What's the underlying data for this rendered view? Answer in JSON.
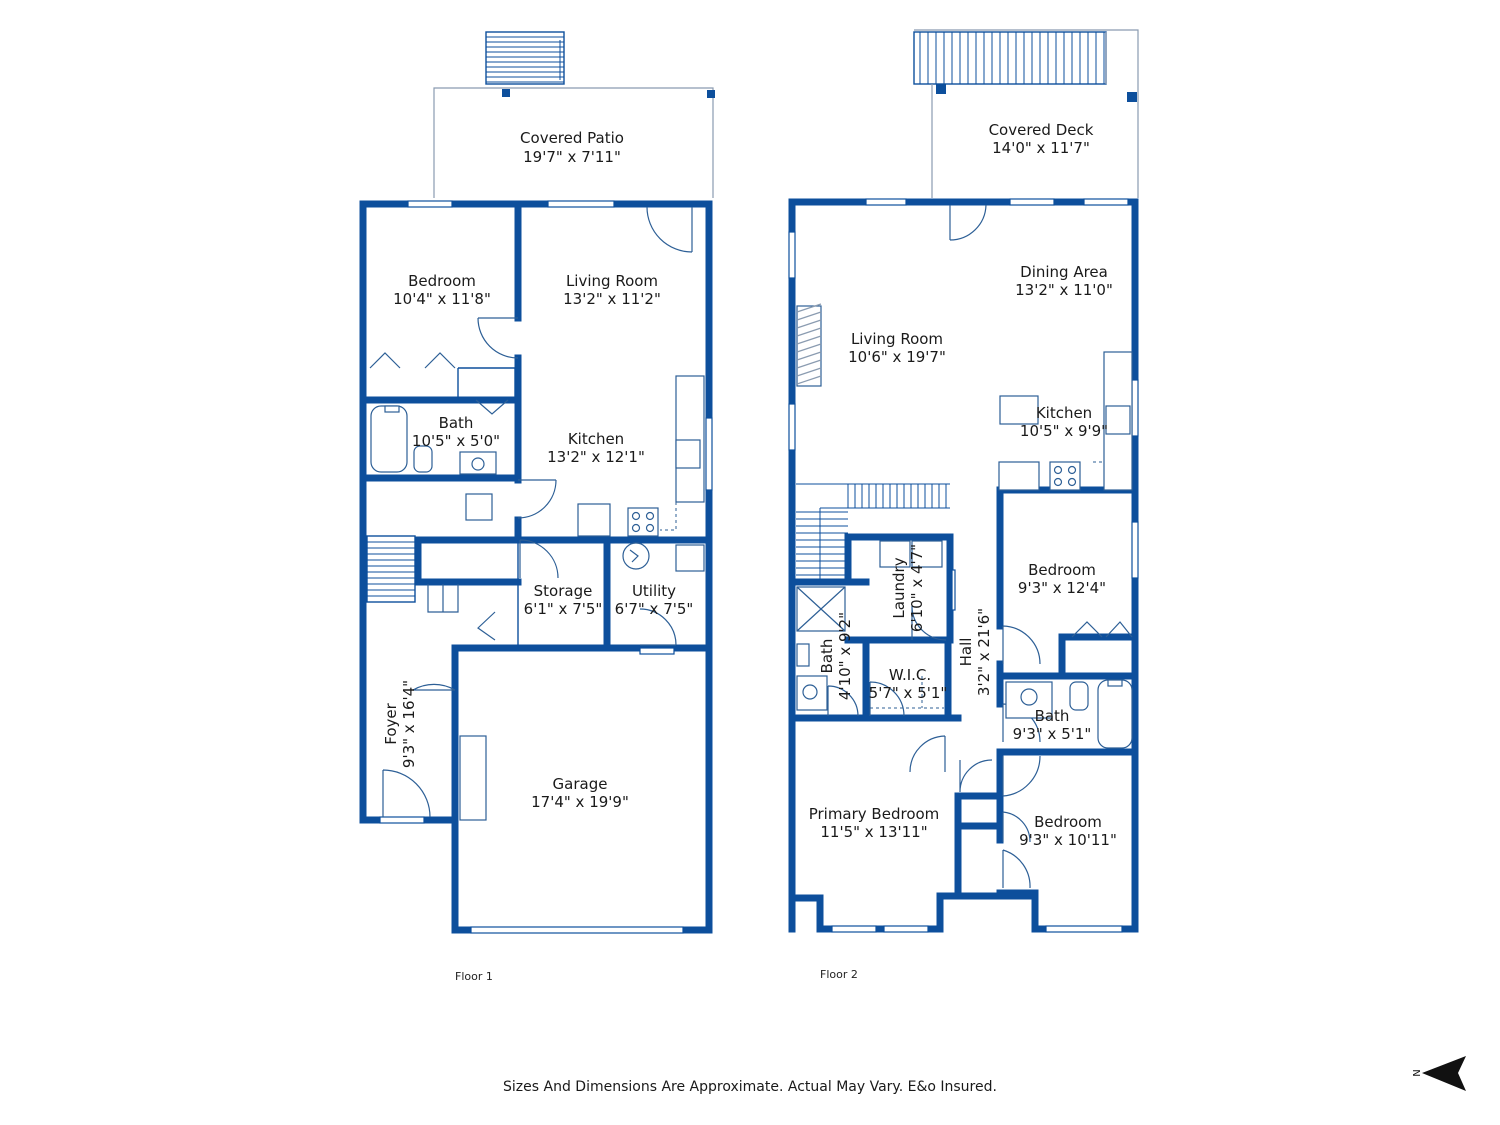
{
  "floors": [
    {
      "label": "Floor 1"
    },
    {
      "label": "Floor 2"
    }
  ],
  "rooms": {
    "covered_patio": {
      "name": "Covered Patio",
      "dim": "19'7\" x 7'11\""
    },
    "bedroom_f1": {
      "name": "Bedroom",
      "dim": "10'4\" x 11'8\""
    },
    "living_room_f1": {
      "name": "Living Room",
      "dim": "13'2\" x 11'2\""
    },
    "bath_f1": {
      "name": "Bath",
      "dim": "10'5\" x 5'0\""
    },
    "kitchen_f1": {
      "name": "Kitchen",
      "dim": "13'2\" x 12'1\""
    },
    "storage": {
      "name": "Storage",
      "dim": "6'1\" x 7'5\""
    },
    "utility": {
      "name": "Utility",
      "dim": "6'7\" x 7'5\""
    },
    "foyer": {
      "name": "Foyer",
      "dim": "9'3\" x 16'4\""
    },
    "garage": {
      "name": "Garage",
      "dim": "17'4\" x 19'9\""
    },
    "covered_deck": {
      "name": "Covered Deck",
      "dim": "14'0\" x 11'7\""
    },
    "dining_area": {
      "name": "Dining Area",
      "dim": "13'2\" x 11'0\""
    },
    "living_room_f2": {
      "name": "Living Room",
      "dim": "10'6\" x 19'7\""
    },
    "kitchen_f2": {
      "name": "Kitchen",
      "dim": "10'5\" x 9'9\""
    },
    "laundry": {
      "name": "Laundry",
      "dim": "6'10\" x 4'7\""
    },
    "bedroom_f2a": {
      "name": "Bedroom",
      "dim": "9'3\" x 12'4\""
    },
    "bath_f2a": {
      "name": "Bath",
      "dim": "4'10\" x 9'2\""
    },
    "wic": {
      "name": "W.I.C.",
      "dim": "5'7\" x 5'1\""
    },
    "hall": {
      "name": "Hall",
      "dim": "3'2\" x 21'6\""
    },
    "bath_f2b": {
      "name": "Bath",
      "dim": "9'3\" x 5'1\""
    },
    "primary_bedroom": {
      "name": "Primary Bedroom",
      "dim": "11'5\" x 13'11\""
    },
    "bedroom_f2b": {
      "name": "Bedroom",
      "dim": "9'3\" x 10'11\""
    }
  },
  "disclaimer": "Sizes And Dimensions Are Approximate. Actual May Vary. E&o Insured.",
  "compass": {
    "label": "N",
    "icon": "north-arrow-icon"
  },
  "colors": {
    "wall": "#0d4f9c",
    "text": "#1a1a1a",
    "background": "#ffffff"
  }
}
